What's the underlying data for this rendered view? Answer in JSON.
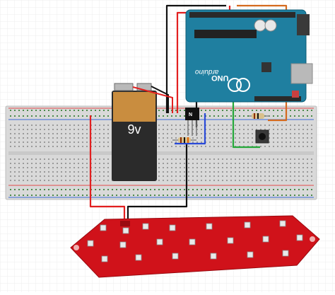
{
  "battery": {
    "label": "9v"
  },
  "arduino": {
    "brand": "arduino",
    "model": "UNO"
  },
  "transistor": {
    "mark": "N"
  },
  "colors": {
    "breadboard": "#d9d9d9",
    "arduino_board": "#1f7fa0",
    "led_board": "#d0121a",
    "battery_body": "#2b2b2b",
    "battery_top": "#c98d3f",
    "wire_red": "#e21f1f",
    "wire_black": "#111111",
    "wire_blue": "#2a4ad8",
    "wire_green": "#25a83a",
    "wire_orange": "#d46a1e",
    "led": "#e9e9e9"
  },
  "icons": [
    "battery-icon",
    "transistor-icon",
    "resistor-icon",
    "pushbutton-icon",
    "usb-port-icon",
    "power-jack-icon",
    "led-icon"
  ]
}
